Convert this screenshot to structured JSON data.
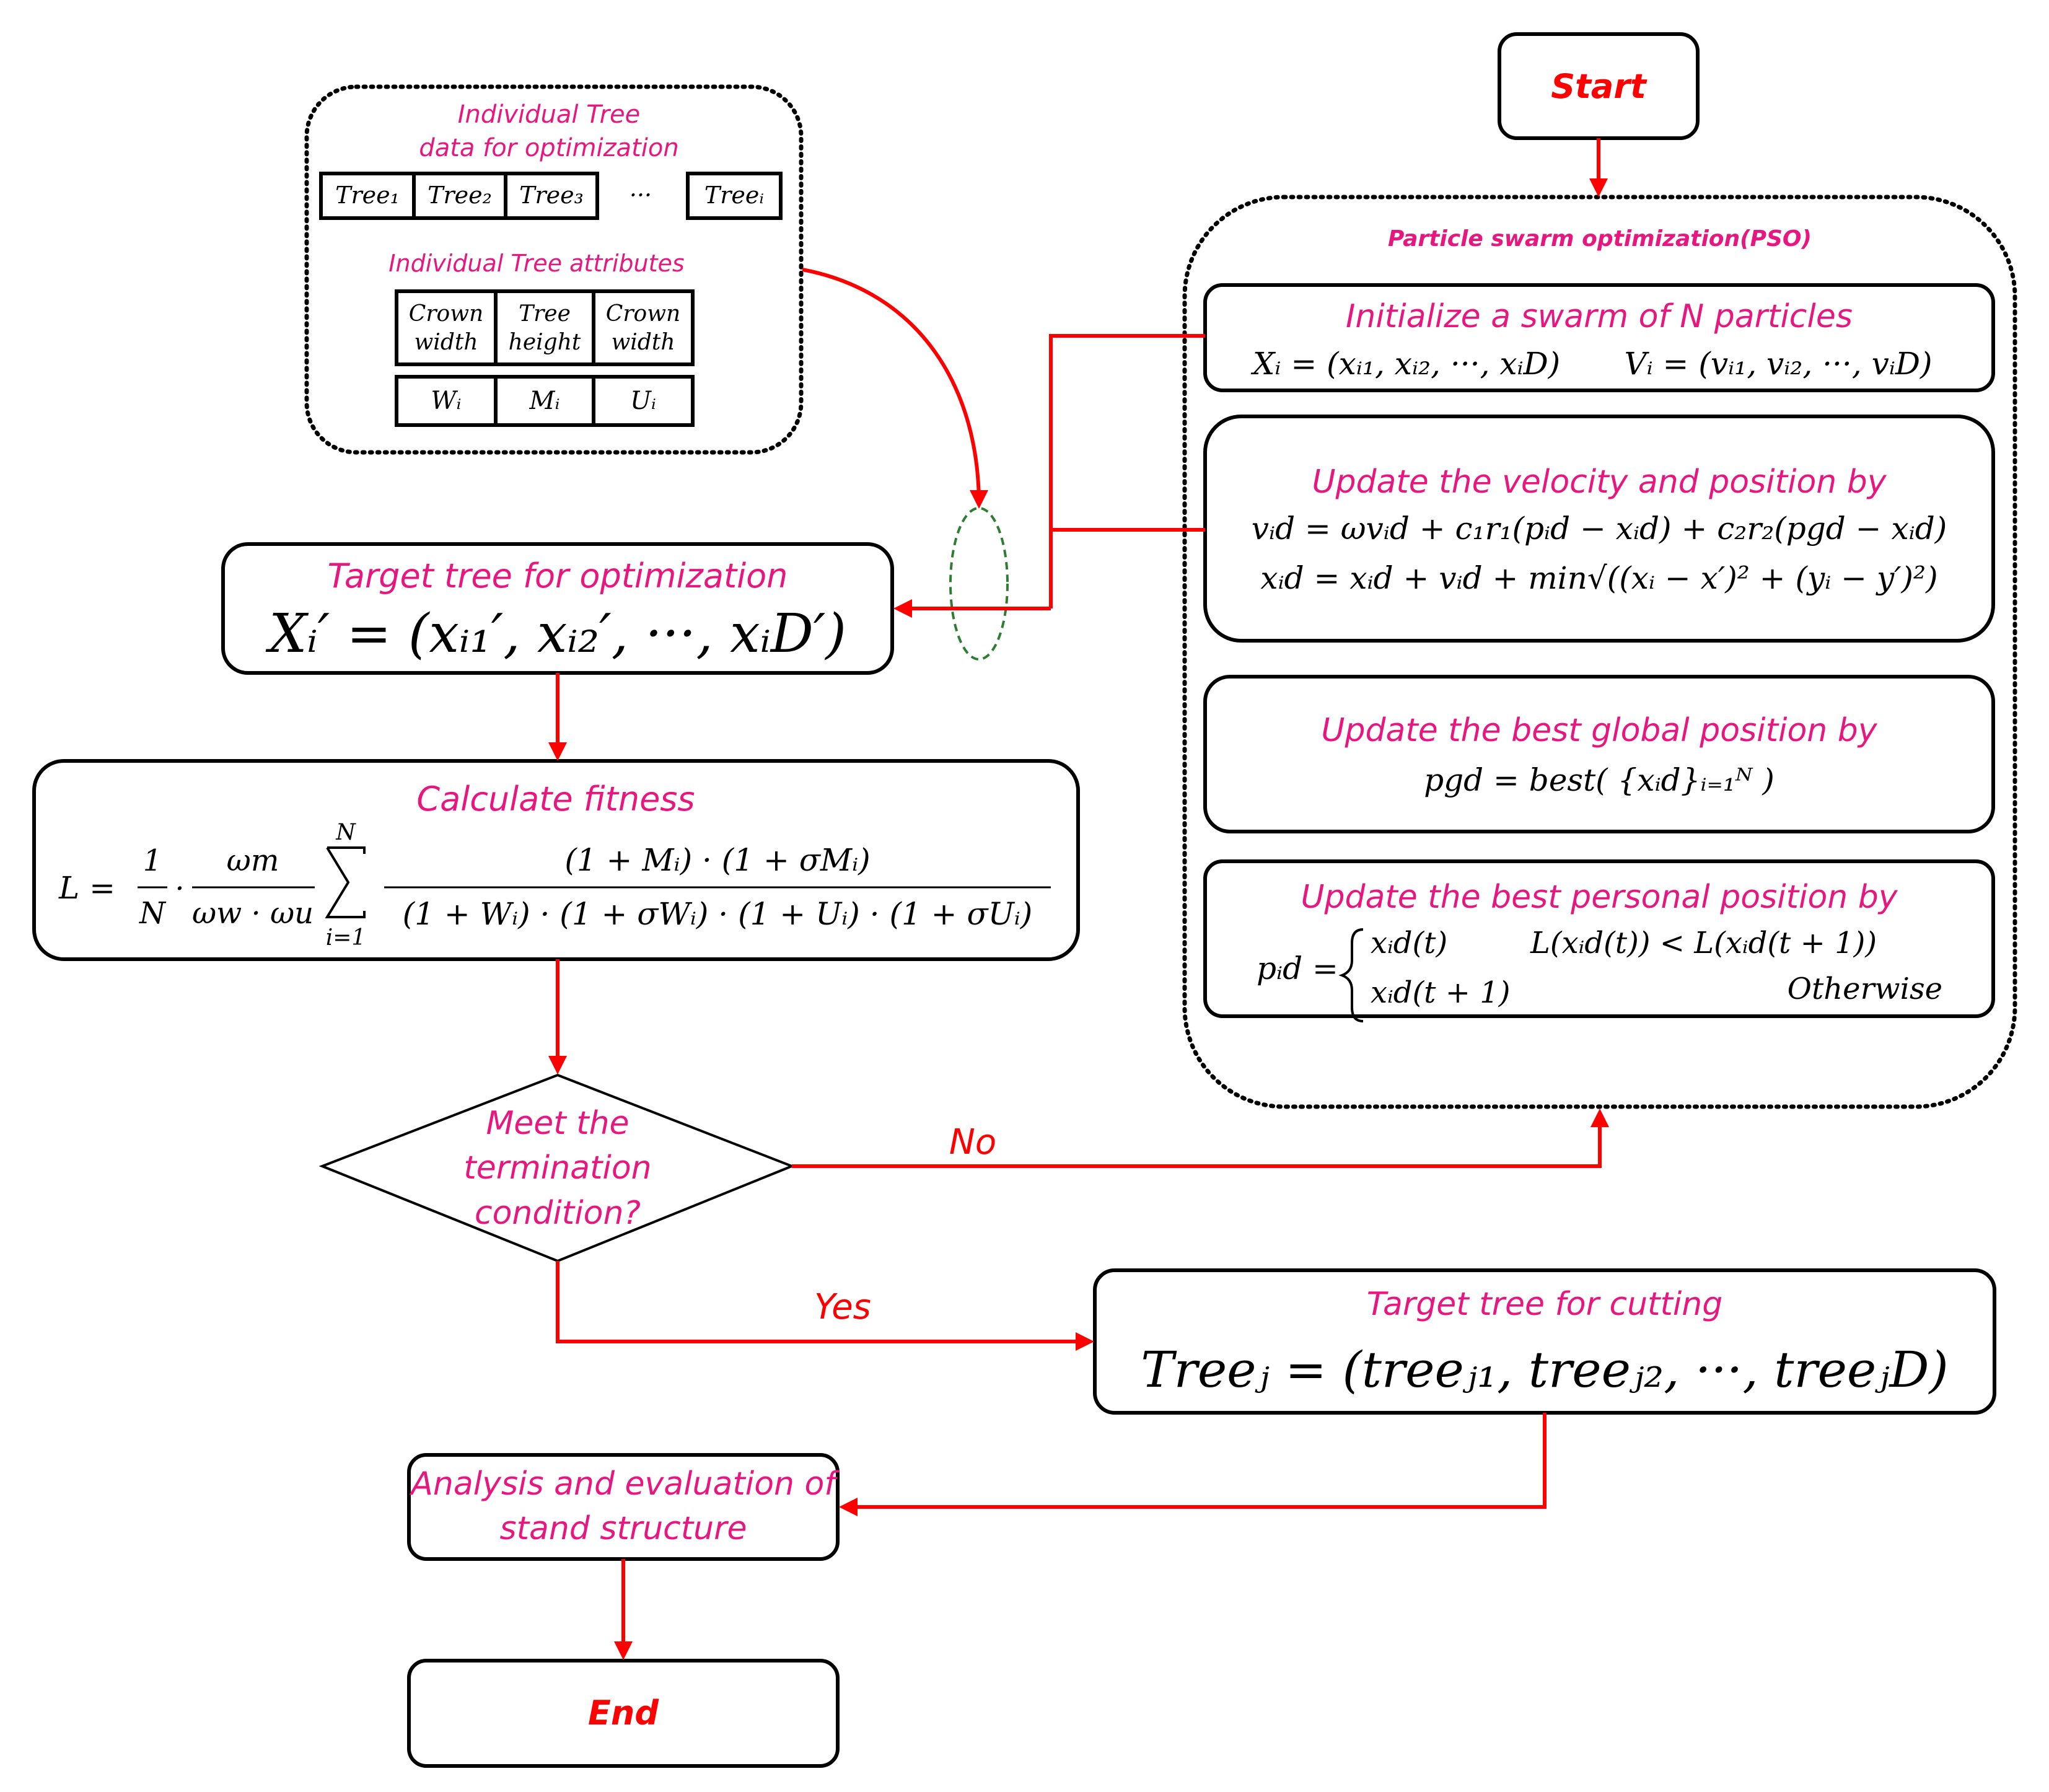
{
  "start": "Start",
  "end": "End",
  "pso_title": "Particle swarm optimization(PSO)",
  "data_panel": {
    "title_line1": "Individual Tree",
    "title_line2": "data for optimization",
    "trees": [
      "Tree₁",
      "Tree₂",
      "Tree₃",
      "···",
      "Treeᵢ"
    ],
    "attr_title": "Individual Tree attributes",
    "attr_headers": [
      [
        "Crown",
        "width"
      ],
      [
        "Tree",
        "height"
      ],
      [
        "Crown",
        "width"
      ]
    ],
    "attr_symbols": [
      "Wᵢ",
      "Mᵢ",
      "Uᵢ"
    ]
  },
  "init": {
    "title": "Initialize a swarm of N particles",
    "eq_x": "Xᵢ = (xᵢ₁, xᵢ₂, ···, xᵢD)",
    "eq_v": "Vᵢ = (vᵢ₁, vᵢ₂, ···, vᵢD)"
  },
  "update_vp": {
    "title": "Update the velocity and position by",
    "eq1": "vᵢd = ωvᵢd + c₁r₁(pᵢd − xᵢd) + c₂r₂(pgd − xᵢd)",
    "eq2": "xᵢd = xᵢd + vᵢd + min√((xᵢ − x′)² + (yᵢ − y′)²)"
  },
  "update_global": {
    "title": "Update the best global position by",
    "eq": "pgd = best( {xᵢd}ᵢ₌₁ᴺ )"
  },
  "update_personal": {
    "title": "Update the best personal position by",
    "lhs": "pᵢd =",
    "row1_a": "xᵢd(t)",
    "row1_b": "L(xᵢd(t)) < L(xᵢd(t + 1))",
    "row2_a": "xᵢd(t + 1)",
    "row2_b": "Otherwise"
  },
  "target_opt": {
    "title": "Target tree for optimization",
    "eq": "Xᵢ′ = (xᵢ₁′, xᵢ₂′, ···, xᵢD′)"
  },
  "fitness": {
    "title": "Calculate fitness",
    "lhs": "L =",
    "frac1_num": "1",
    "frac1_den": "N",
    "dot": "·",
    "frac2_num": "ωm",
    "frac2_den": "ωw · ωu",
    "sum_top": "N",
    "sum_bottom": "i=1",
    "frac3_num": "(1 + Mᵢ) · (1 + σMᵢ)",
    "frac3_den": "(1 + Wᵢ) · (1 + σWᵢ) · (1 + Uᵢ) · (1 + σUᵢ)"
  },
  "decision": {
    "line1": "Meet the",
    "line2": "termination",
    "line3": "condition?",
    "no": "No",
    "yes": "Yes"
  },
  "target_cut": {
    "title": "Target tree for cutting",
    "eq": "Treeⱼ = (treeⱼ₁, treeⱼ₂, ···, treeⱼD)"
  },
  "analysis": {
    "line1": "Analysis and evaluation of",
    "line2": "stand structure"
  },
  "colors": {
    "label": "#e6187f",
    "arrow": "#ff0000",
    "ellipse": "#2e7d32"
  }
}
